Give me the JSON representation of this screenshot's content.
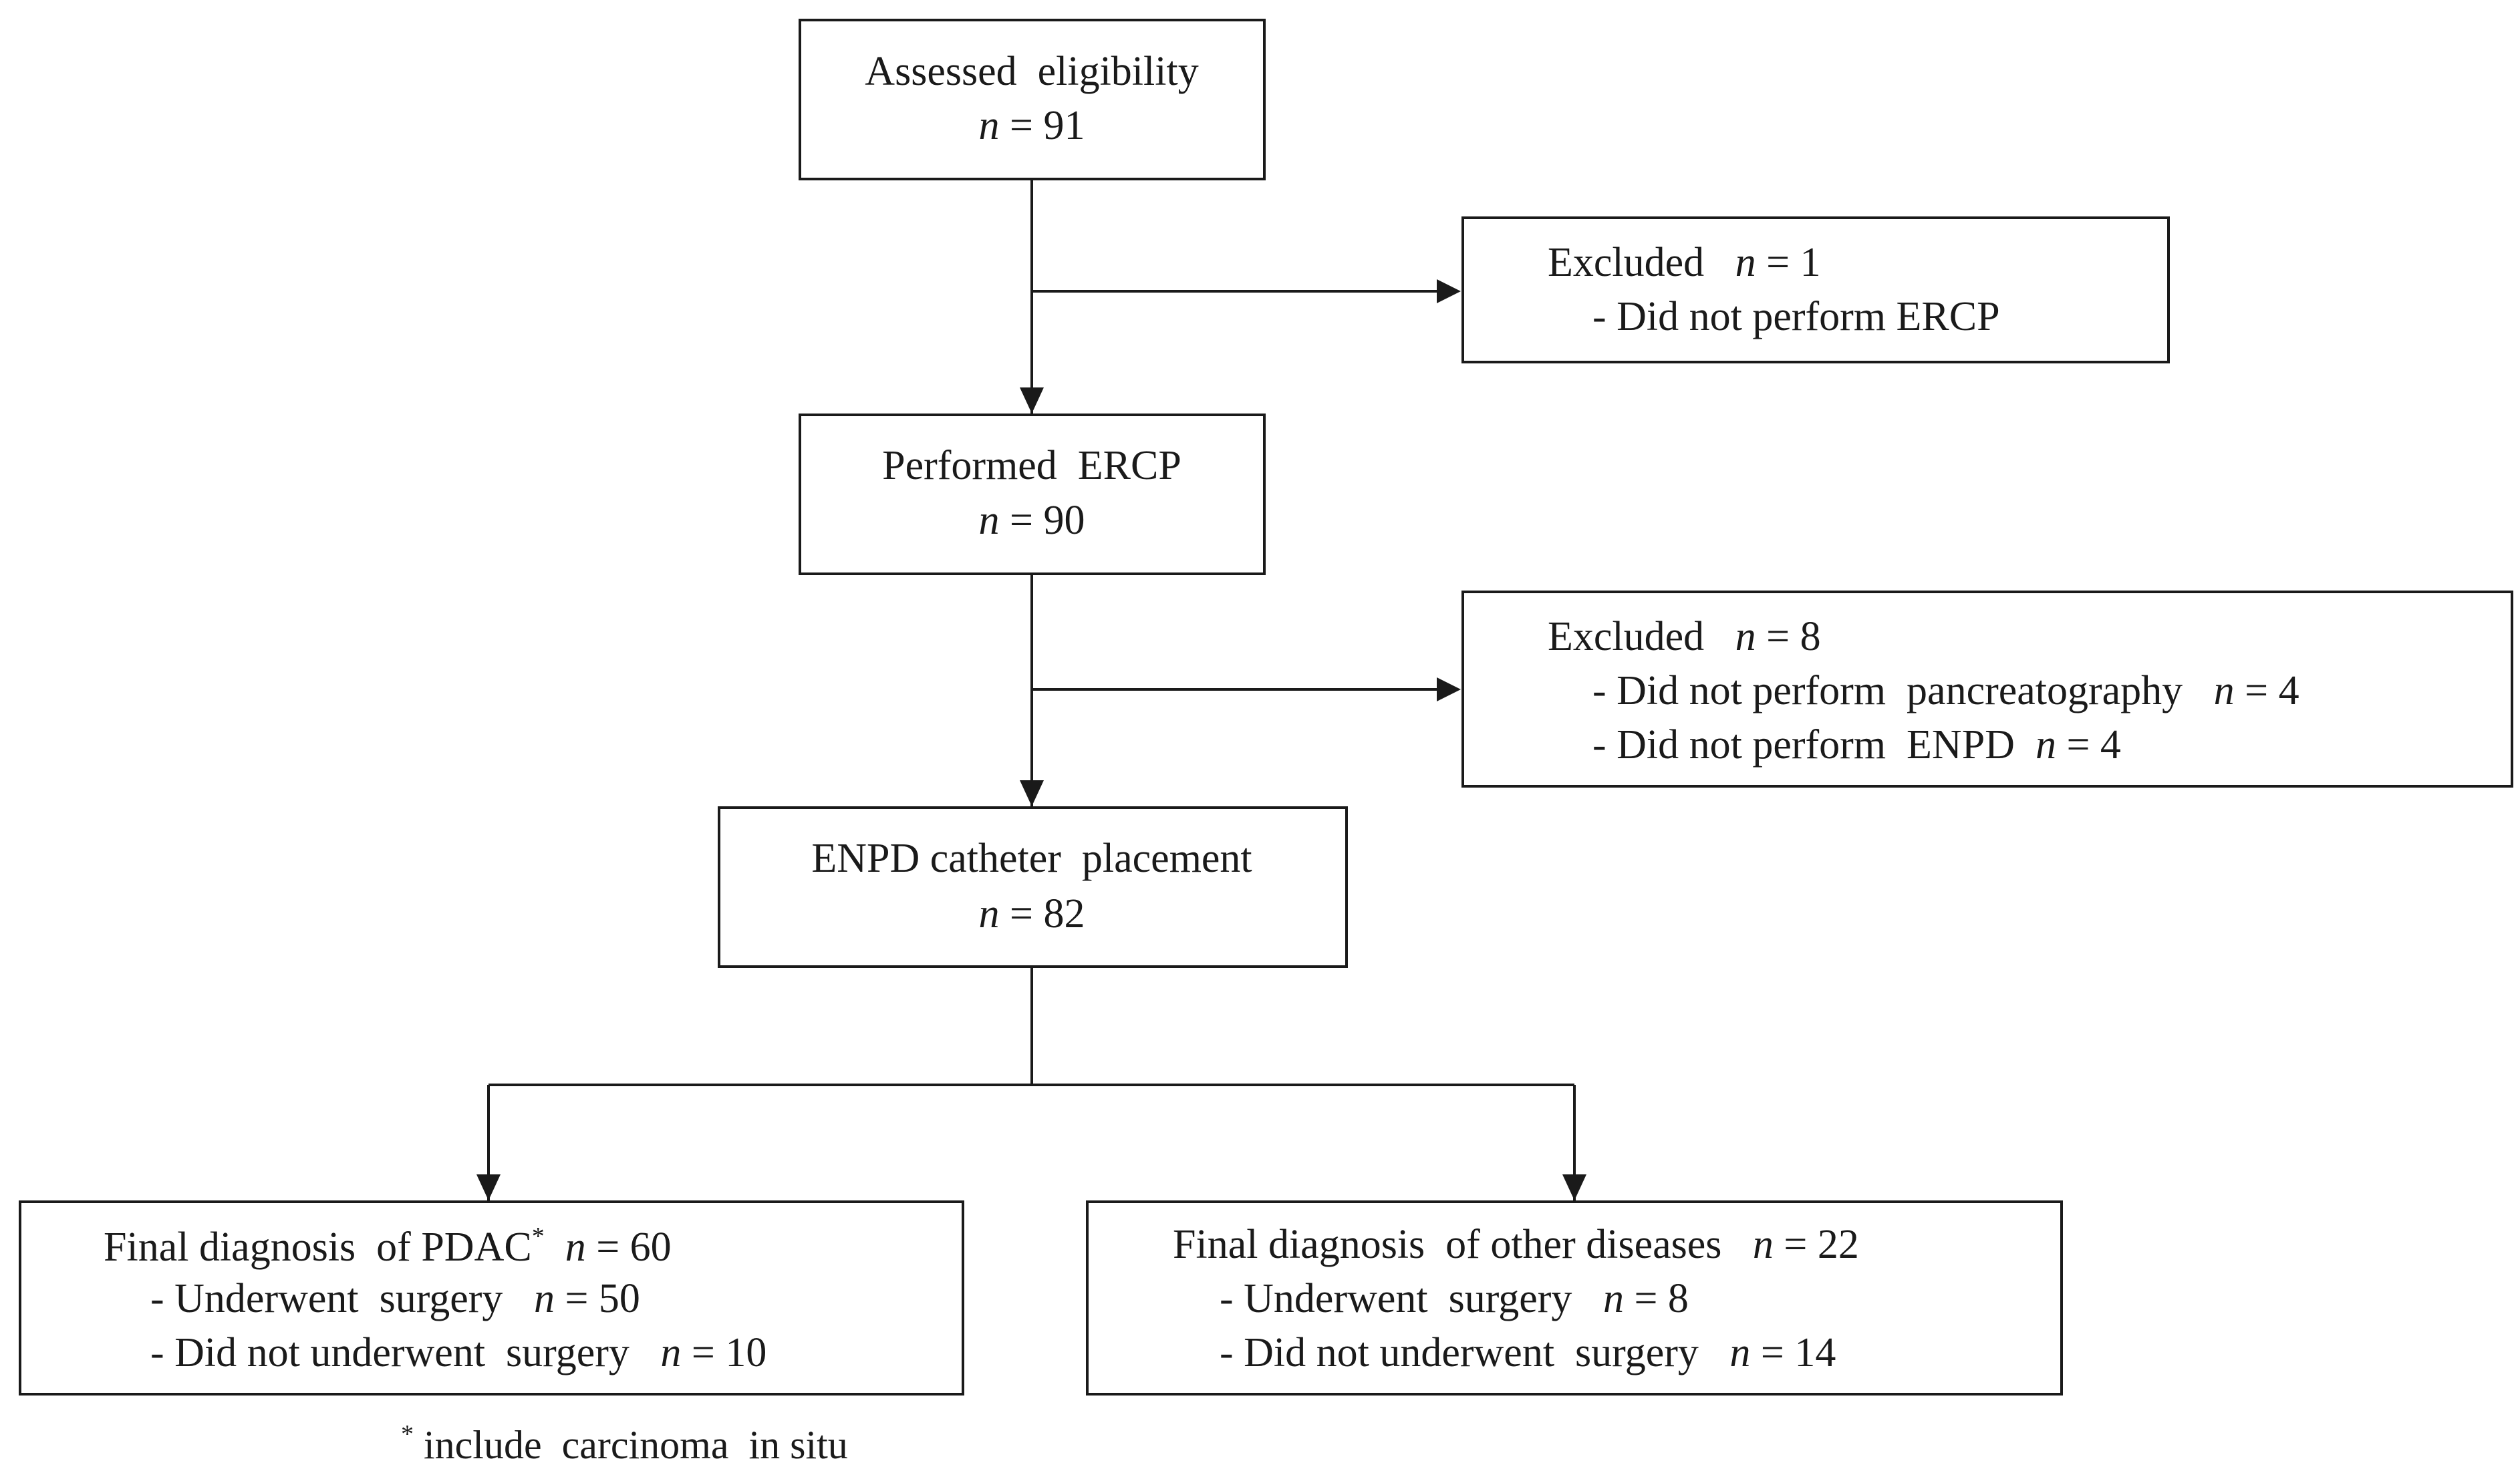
{
  "colors": {
    "line": "#1a1a1a",
    "background": "#ffffff"
  },
  "boxes": {
    "assessed": {
      "title": "Assessed  eligibility",
      "n_label": "n",
      "n_value": "= 91"
    },
    "excluded1": {
      "title": "Excluded",
      "n_label": "n",
      "n_value": "= 1",
      "item1": "- Did not perform ERCP"
    },
    "performed": {
      "title": "Performed  ERCP",
      "n_label": "n",
      "n_value": "= 90"
    },
    "excluded2": {
      "title": "Excluded",
      "n_label": "n",
      "n_value": "= 8",
      "item1": "- Did not perform  pancreatography",
      "item1_n_label": "n",
      "item1_n_value": "= 4",
      "item2": "- Did not perform  ENPD",
      "item2_n_label": "n",
      "item2_n_value": "= 4"
    },
    "enpd": {
      "title": "ENPD catheter  placement",
      "n_label": "n",
      "n_value": "= 82"
    },
    "pdac": {
      "title": "Final diagnosis  of PDAC",
      "asterisk": "*",
      "n_label": "n",
      "n_value": "= 60",
      "item1": "- Underwent  surgery",
      "item1_n_label": "n",
      "item1_n_value": "= 50",
      "item2": "- Did not underwent  surgery",
      "item2_n_label": "n",
      "item2_n_value": "= 10"
    },
    "other": {
      "title": "Final diagnosis  of other diseases",
      "n_label": "n",
      "n_value": "= 22",
      "item1": "- Underwent  surgery",
      "item1_n_label": "n",
      "item1_n_value": "= 8",
      "item2": "- Did not underwent  surgery",
      "item2_n_label": "n",
      "item2_n_value": "= 14"
    }
  },
  "footnote": {
    "asterisk": "*",
    "text": "include  carcinoma  in situ"
  }
}
